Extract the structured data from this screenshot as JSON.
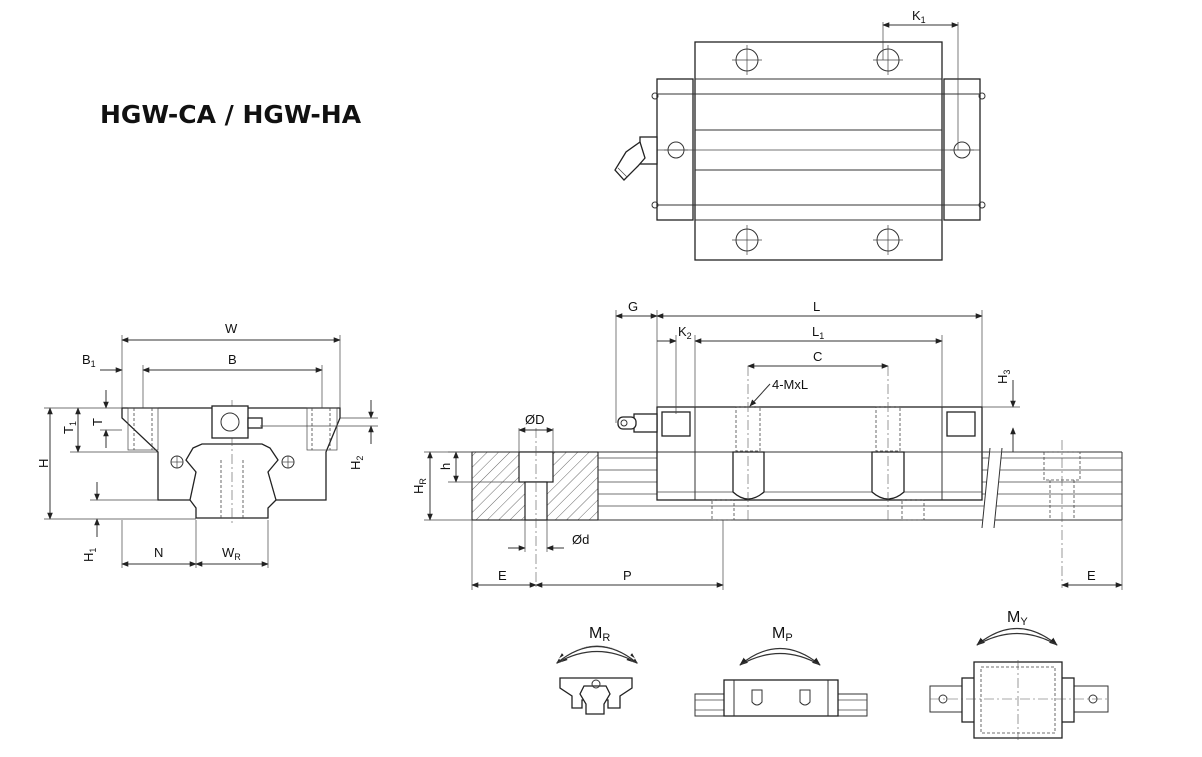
{
  "title": "HGW-CA / HGW-HA",
  "top_view": {
    "k1": "K",
    "k1_sub": "1"
  },
  "front_view": {
    "w": "W",
    "b": "B",
    "b1": "B",
    "b1_sub": "1",
    "t": "T",
    "t1": "T",
    "t1_sub": "1",
    "h": "H",
    "h1": "H",
    "h1_sub": "1",
    "h2": "H",
    "h2_sub": "2",
    "n": "N",
    "wr": "W",
    "wr_sub": "R"
  },
  "side_view": {
    "g": "G",
    "l": "L",
    "l1": "L",
    "l1_sub": "1",
    "k2": "K",
    "k2_sub": "2",
    "c": "C",
    "mxl": "4-MxL",
    "h3": "H",
    "h3_sub": "3",
    "od_big": "ØD",
    "od_small": "Ød",
    "h_small": "h",
    "hr": "H",
    "hr_sub": "R",
    "e_left": "E",
    "p": "P",
    "e_right": "E"
  },
  "moments": {
    "mr": "M",
    "mr_sub": "R",
    "mp": "M",
    "mp_sub": "P",
    "my": "M",
    "my_sub": "Y"
  }
}
